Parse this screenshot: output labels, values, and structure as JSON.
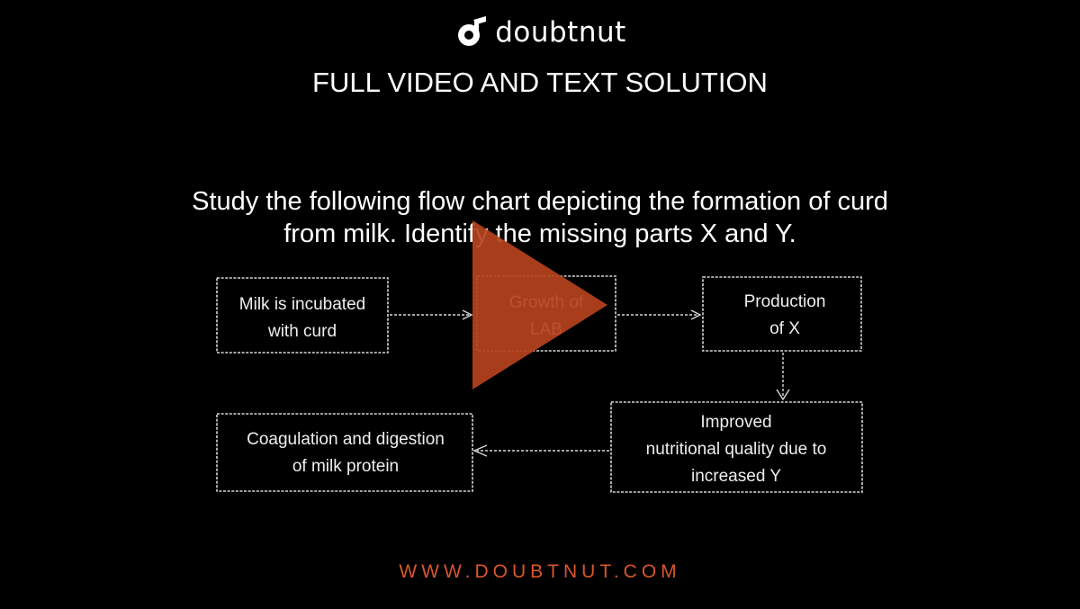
{
  "brand": {
    "name": "doubtnut",
    "accent": "#d9562b"
  },
  "headline": "FULL VIDEO AND TEXT SOLUTION",
  "question": {
    "line1": "Study the following flow chart depicting the formation of curd",
    "line2": "from milk. Identify the missing parts X and Y."
  },
  "flowchart": {
    "box1": [
      "Milk is incubated",
      "with curd"
    ],
    "box2": [
      "Growth of",
      "LAB"
    ],
    "box3": [
      "Production",
      "of X"
    ],
    "box4": [
      "Improved",
      "nutritional quality due to",
      "increased Y"
    ],
    "box5": [
      "Coagulation and digestion",
      "of milk protein"
    ]
  },
  "play_button": {
    "icon": "play-icon",
    "color": "#b5421c"
  },
  "footer": "WWW.DOUBTNUT.COM"
}
